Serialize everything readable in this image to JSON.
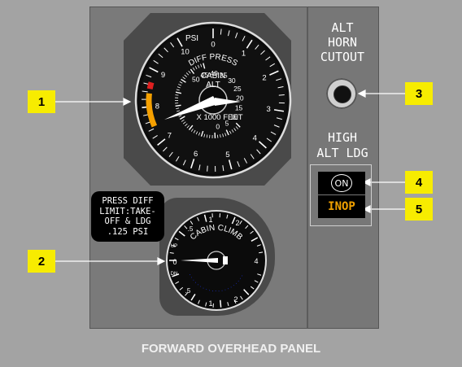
{
  "cabin_alt_gauge": {
    "diff_pressure_title": "DIFF PRESS",
    "diff_pressure_unit": "PSI",
    "diff_pressure_scale": [
      "0",
      "1",
      "2",
      "3",
      "4",
      "5",
      "6",
      "7",
      "8",
      "9",
      "10"
    ],
    "cabin_title_1": "CABIN",
    "cabin_title_2": "ALT",
    "cabin_unit": "X 1000 FEET",
    "cabin_alt_scale": [
      "0",
      "5",
      "10",
      "15",
      "20",
      "25",
      "30",
      "35",
      "40",
      "45",
      "50"
    ],
    "colors": {
      "caution_band": "#f5a000",
      "warning_band": "#e02020"
    }
  },
  "placard": {
    "lines": [
      "PRESS DIFF",
      "LIMIT:TAKE-",
      "OFF & LDG",
      ".125 PSI"
    ]
  },
  "cabin_climb_gauge": {
    "title": "CABIN CLIMB",
    "up_label": "UP",
    "dn_label": "DN",
    "scale_top": [
      "0",
      ".5",
      "1",
      "2",
      "4"
    ],
    "scale_bottom": [
      ".5",
      "1",
      "2"
    ],
    "colors": {
      "unit_text": "#1a2fd0"
    }
  },
  "alt_horn": {
    "lines": [
      "ALT",
      "HORN",
      "CUTOUT"
    ]
  },
  "high_alt": {
    "lines": [
      "HIGH",
      "ALT LDG"
    ],
    "on_label": "ON",
    "inop_label": "INOP"
  },
  "callouts": [
    "1",
    "2",
    "3",
    "4",
    "5"
  ],
  "caption": "FORWARD OVERHEAD PANEL"
}
